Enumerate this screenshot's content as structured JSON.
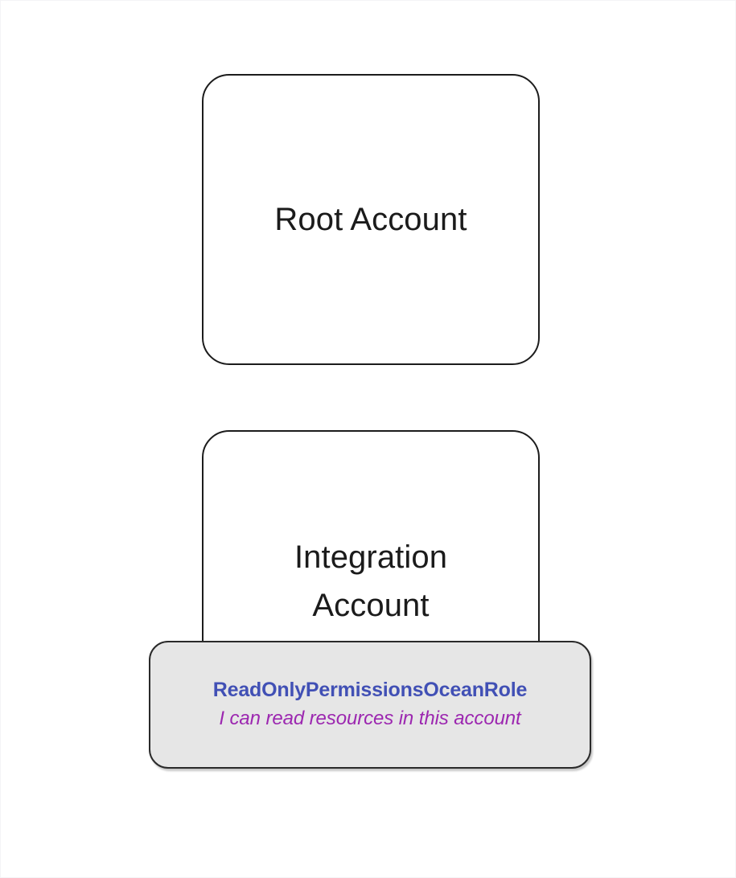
{
  "diagram": {
    "type": "aws-account-architecture",
    "background_color": "#ffffff",
    "nodes": [
      {
        "id": "root-account",
        "label": "Root Account",
        "kind": "account-container",
        "fill": "#ffffff",
        "stroke": "#1c1c1c"
      },
      {
        "id": "integration-account",
        "label": "Integration\nAccount",
        "kind": "account-container",
        "fill": "#ffffff",
        "stroke": "#1c1c1c"
      },
      {
        "id": "readonly-role",
        "kind": "iam-role",
        "title": "ReadOnlyPermissionsOceanRole",
        "subtitle": "I can read resources in this account",
        "fill": "#e6e6e6",
        "stroke": "#2a2a2a",
        "title_color": "#4150b5",
        "subtitle_color": "#9c27b0"
      }
    ]
  },
  "root_account": {
    "label": "Root Account"
  },
  "integration_account": {
    "label": "Integration\nAccount"
  },
  "role": {
    "title": "ReadOnlyPermissionsOceanRole",
    "subtitle": "I can read resources in this account"
  }
}
